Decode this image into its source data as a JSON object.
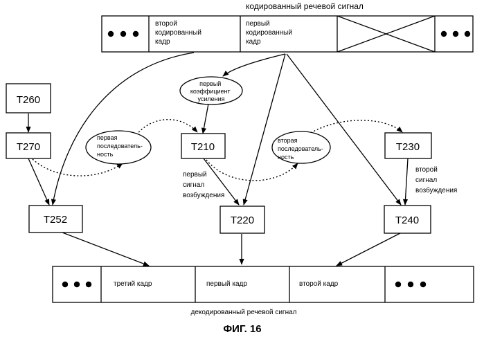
{
  "top_stream": {
    "label": "кодированный речевой сигнал",
    "frame2": [
      "второй",
      "кодированный",
      "кадр"
    ],
    "frame1": [
      "первый",
      "кодированный",
      "кадр"
    ]
  },
  "bottom_stream": {
    "label": "декодированный речевой сигнал",
    "frame3": "третий кадр",
    "frame1": "первый кадр",
    "frame2": "второй кадр"
  },
  "tasks": {
    "t260": "T260",
    "t270": "T270",
    "t210": "T210",
    "t230": "T230",
    "t252": "T252",
    "t220": "T220",
    "t240": "T240"
  },
  "ellipses": {
    "gain": [
      "первый",
      "коэффициент",
      "усиления"
    ],
    "seq1": [
      "первая",
      "последователь-",
      "ность"
    ],
    "seq2": [
      "вторая",
      "последователь-",
      "ность"
    ]
  },
  "signals": {
    "first": [
      "первый",
      "сигнал",
      "возбуждения"
    ],
    "second": [
      "второй",
      "сигнал",
      "возбуждения"
    ]
  },
  "caption": "ФИГ. 16"
}
